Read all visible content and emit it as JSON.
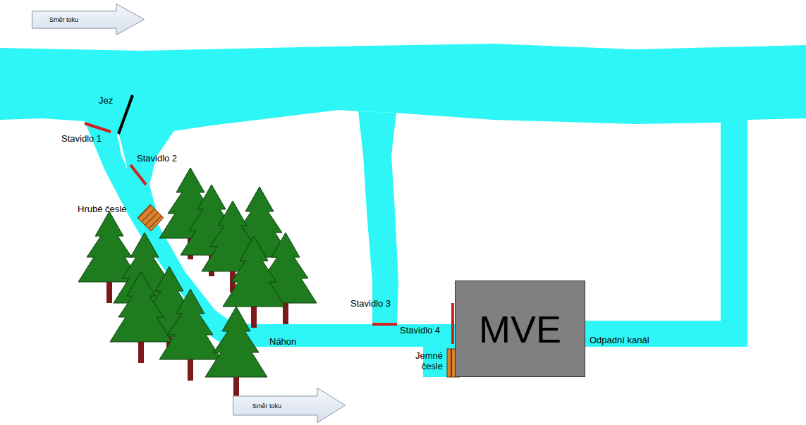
{
  "diagram": {
    "nodes": [
      {
        "text": [
          "Směr toku"
        ]
      },
      {
        "text": [
          "MVE"
        ]
      },
      {
        "text": [
          "Směr toku"
        ]
      }
    ],
    "labels": [
      "Jez",
      "Stavidlo 1",
      "Stavidlo 2",
      "Hrubé česle",
      "Stavidlo 3",
      "Stavidlo 4",
      "Náhon",
      "Jemné česle",
      "Odpadní kanál"
    ]
  }
}
